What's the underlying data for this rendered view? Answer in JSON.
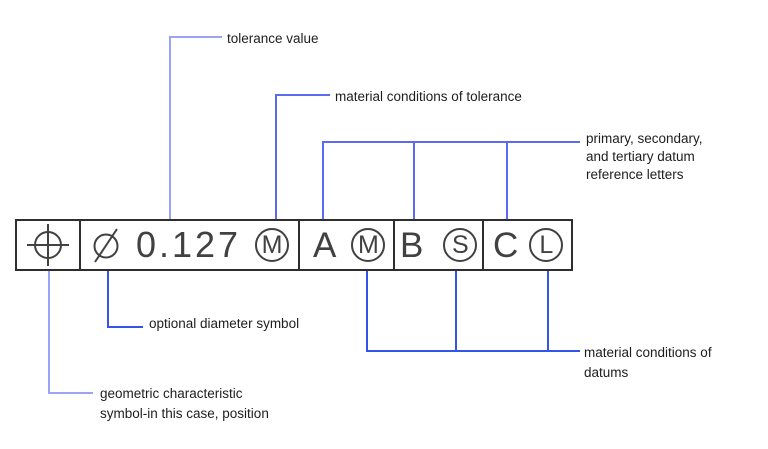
{
  "colors": {
    "frame_stroke": "#2e2e2e",
    "symbol_stroke": "#414141",
    "leader_light": "#9aa3f4",
    "leader_main": "#5a6bf0",
    "leader_strong": "#3353ea"
  },
  "frame": {
    "geometric_symbol": "position",
    "tolerance": {
      "diameter_symbol": "Ø",
      "value": "0.127",
      "modifier": "M"
    },
    "datums": [
      {
        "letter": "A",
        "modifier": "M"
      },
      {
        "letter": "B",
        "modifier": "S"
      },
      {
        "letter": "C",
        "modifier": "L"
      }
    ]
  },
  "labels": {
    "tolerance_value": "tolerance value",
    "material_conditions_tolerance": "material conditions of tolerance",
    "datum_reference": "primary, secondary,\nand tertiary datum\nreference letters",
    "optional_diameter": "optional diameter symbol",
    "material_conditions_datums": "material conditions of\ndatums",
    "geometric_characteristic": "geometric characteristic\nsymbol-in this case, position"
  }
}
